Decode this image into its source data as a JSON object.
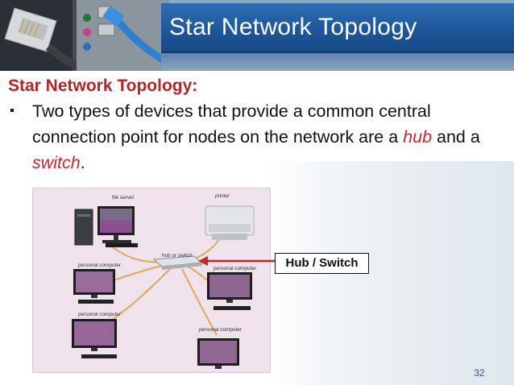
{
  "slide": {
    "title": "Star Network Topology",
    "heading": "Star Network Topology:",
    "bullet": {
      "part1": "Two types of devices that provide a common central connection point for nodes on the network are a ",
      "hub": "hub",
      "part2": " and a ",
      "switch": "switch",
      "part3": "."
    },
    "callout": "Hub / Switch",
    "page_number": "32"
  },
  "diagram": {
    "labels": {
      "file_server": "file server",
      "printer": "printer",
      "hub_or_switch": "hub or switch",
      "pc_left_top": "personal computer",
      "pc_right_mid": "personal computer",
      "pc_left_bottom": "personal computer",
      "pc_right_bottom": "personal computer"
    }
  },
  "colors": {
    "title_bar": "#1e5596",
    "heading": "#b3252a",
    "emphasis": "#c0282d",
    "diagram_bg": "#efe2ea",
    "cable": "#e0a95a"
  },
  "icons": [
    "ethernet-plug-icon",
    "bullet-square-icon",
    "arrow-left-icon"
  ]
}
